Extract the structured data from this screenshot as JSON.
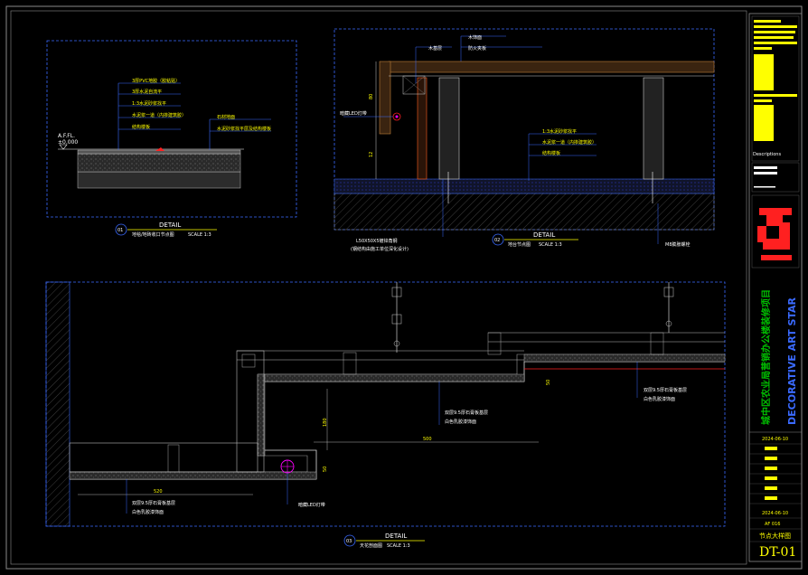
{
  "detail1": {
    "number": "01",
    "heading": "DETAIL",
    "subtitle": "地毯/地砖收口节点图",
    "scale": "SCALE 1:3",
    "level_label": "A.F.FL.",
    "level_value": "±0.000",
    "callouts_left": [
      "3厚PVC地胶（胶粘贴）",
      "3厚水泥自流平",
      "1:3水泥砂浆找平",
      "水泥浆一道（内掺建筑胶）",
      "结构楼板"
    ],
    "callouts_right": [
      "石材地面",
      "水泥砂浆找平层及结构楼板"
    ]
  },
  "detail2": {
    "number": "02",
    "heading": "DETAIL",
    "subtitle": "地台节点图",
    "scale": "SCALE 1:3",
    "top_callouts": [
      "木基层",
      "防火夹板",
      "木饰面"
    ],
    "led_label": "暗藏LED灯带",
    "mid_callouts": [
      "1:3水泥砂浆找平",
      "水泥浆一道（内掺建筑胶）",
      "结构楼板"
    ],
    "bottom_left": "L50X50X5镀锌角钢",
    "bottom_left2": "(钢结构由施工单位深化设计)",
    "bottom_right": "M8膨胀螺栓",
    "dims": [
      "80",
      "12"
    ]
  },
  "detail3": {
    "number": "03",
    "heading": "DETAIL",
    "subtitle": "天花剖面图",
    "scale": "SCALE 1:3",
    "callout_a1": "双层9.5厚石膏板基层",
    "callout_a2": "白色乳胶漆饰面",
    "callout_b1": "双层9.5厚石膏板基层",
    "callout_b2": "白色乳胶漆饰面",
    "callout_c1": "双层9.5厚石膏板基层",
    "callout_c2": "白色乳胶漆饰面",
    "led_label": "暗藏LED灯带",
    "dims": [
      "500",
      "520",
      "180",
      "50",
      "50"
    ]
  },
  "titleblock": {
    "descriptions_label": "Descriptions",
    "project_cn": "城中区农业局营销办公楼装修项目",
    "project_en": "DECORATIVE ART STAR",
    "date1": "2024-06-10",
    "date2": "2024-06-10",
    "sheet_code": "AF 016",
    "drawing_name": "节点大样图",
    "drawing_no": "DT-01"
  },
  "colors": {
    "frame": "#3a6aff",
    "text": "#ffffff",
    "yellow": "#ffff00",
    "red": "#ff2020",
    "cyan": "#00ffff",
    "magenta": "#ff00ff",
    "green": "#00c000"
  }
}
